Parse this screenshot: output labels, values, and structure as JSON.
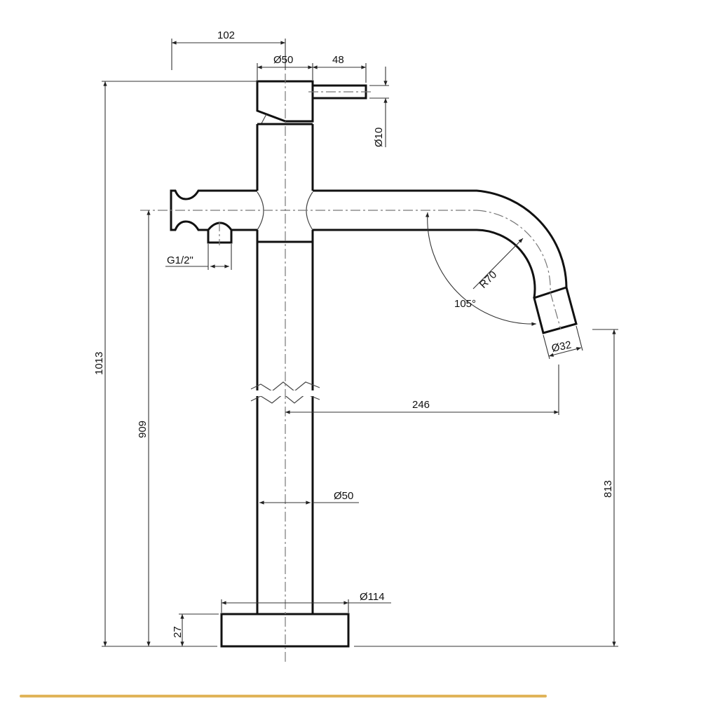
{
  "drawing": {
    "title": "Tall basin mixer tap - technical dimension drawing",
    "units": "mm",
    "dimensions": {
      "handle_offset": "102",
      "handle_diameter": "Ø50",
      "lever_length": "48",
      "lever_diameter": "Ø10",
      "inlet_thread": "G1/2\"",
      "bend_radius": "R70",
      "bend_angle": "105°",
      "spout_diameter": "Ø32",
      "spout_reach": "246",
      "body_diameter": "Ø50",
      "base_diameter": "Ø114",
      "base_height": "27",
      "overall_height": "1013",
      "spout_axis_height": "909",
      "outlet_height": "813"
    }
  },
  "footer": {
    "accent_color": "#e0b45a"
  }
}
